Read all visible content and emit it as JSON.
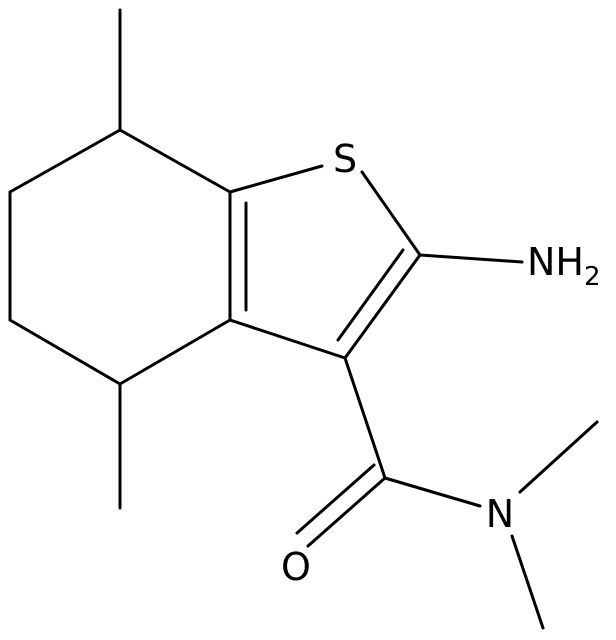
{
  "molecule": {
    "atoms": {
      "sulfur": "S",
      "amine": "NH",
      "amine_subscript": "2",
      "amide_nitrogen": "N",
      "carbonyl_oxygen": "O"
    }
  },
  "colors": {
    "bond": "#000000",
    "background": "#ffffff"
  }
}
